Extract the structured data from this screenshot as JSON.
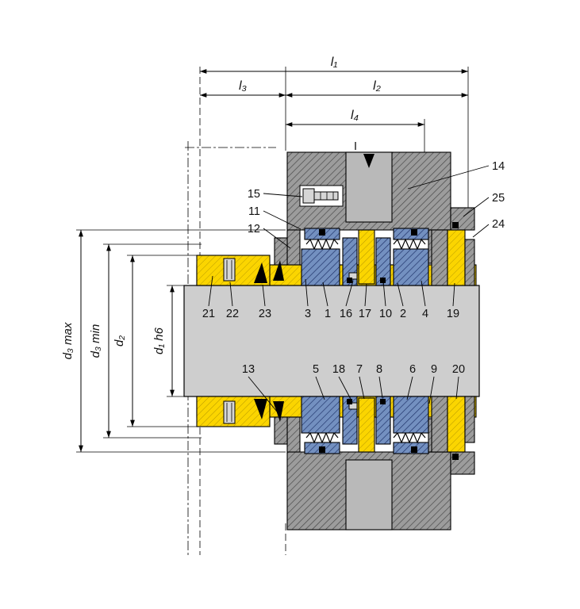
{
  "drawing": {
    "section_label": "I",
    "dimensions": {
      "l1": "l₁",
      "l3": "l₃",
      "l2": "l₂",
      "l4": "l₄",
      "d3max": "d₃ max",
      "d3min": "d₃ min",
      "d2": "d₂",
      "d1": "d₁ h6"
    },
    "callouts": {
      "p1": "1",
      "p2": "2",
      "p3": "3",
      "p4": "4",
      "p5": "5",
      "p6": "6",
      "p7": "7",
      "p8": "8",
      "p9": "9",
      "p10": "10",
      "p11": "11",
      "p12": "12",
      "p13": "13",
      "p14": "14",
      "p15": "15",
      "p16": "16",
      "p17": "17",
      "p18": "18",
      "p19": "19",
      "p20": "20",
      "p21": "21",
      "p22": "22",
      "p23": "23",
      "p24": "24",
      "p25": "25"
    },
    "colors": {
      "background": "#ffffff",
      "housing_gray": "#9c9c9c",
      "hatch_line": "#4a4a4a",
      "plug_gray": "#b9b9b9",
      "shaft_gray": "#cecece",
      "sleeve_yellow": "#fbd500",
      "yellow_hatch_line": "#b89a00",
      "seal_blue": "#7390c0",
      "blue_hatch_line": "#1c2f66",
      "outline": "#000000"
    }
  }
}
